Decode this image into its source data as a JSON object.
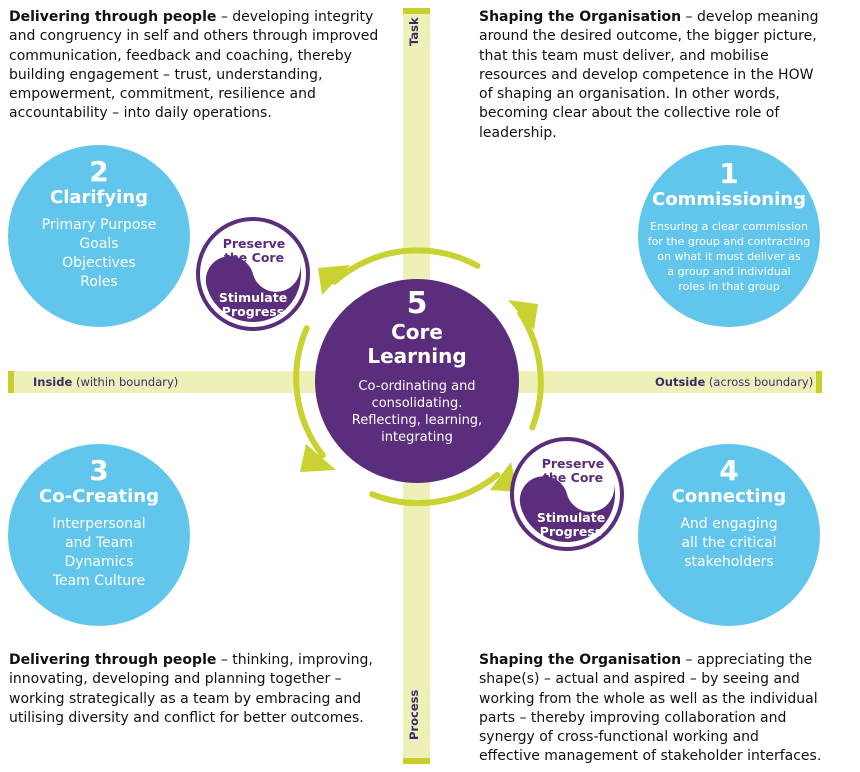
{
  "quadrants": {
    "top_left": {
      "heading": "Delivering through people",
      "body": " – developing integrity and congruency in self and others through improved communication, feedback and coaching, thereby building engagement – trust, understanding, empowerment, commitment, resilience and accountability – into daily operations."
    },
    "top_right": {
      "heading": "Shaping the Organisation",
      "body": " – develop meaning around the desired outcome, the bigger picture, that this team must deliver, and mobilise resources and develop competence in the HOW of shaping an organisation. In other words, becoming clear about the collective role of leadership."
    },
    "bottom_left": {
      "heading": "Delivering through people",
      "body": " – thinking, improving, innovating, developing and planning together – working strategically as a team by embracing and utilising diversity and conflict for better outcomes."
    },
    "bottom_right": {
      "heading": "Shaping the Organisation",
      "body": " – appreciating the shape(s) – actual and aspired – by seeing and working from the whole as well as the individual parts – thereby improving collaboration and synergy of cross-functional working and effective management of stakeholder interfaces."
    }
  },
  "axes": {
    "task": "Task",
    "process": "Process",
    "inside_bold": "Inside",
    "inside_rest": " (within boundary)",
    "outside_bold": "Outside",
    "outside_rest": " (across boundary)"
  },
  "circles": {
    "c1": {
      "num": "1",
      "title": "Commissioning",
      "lines": [
        "Ensuring a clear commission",
        "for the group and contracting",
        "on what it must deliver as",
        "a group and individual",
        "roles in that group"
      ]
    },
    "c2": {
      "num": "2",
      "title": "Clarifying",
      "lines": [
        "Primary Purpose",
        "Goals",
        "Objectives",
        "Roles"
      ]
    },
    "c3": {
      "num": "3",
      "title": "Co-Creating",
      "lines": [
        "Interpersonal",
        "and Team",
        "Dynamics",
        "Team Culture"
      ]
    },
    "c4": {
      "num": "4",
      "title": "Connecting",
      "lines": [
        "And engaging",
        "all the critical",
        "stakeholders"
      ]
    }
  },
  "core": {
    "num": "5",
    "title_1": "Core",
    "title_2": "Learning",
    "lines": [
      "Co-ordinating and",
      "consolidating.",
      "Reflecting, learning,",
      "integrating"
    ]
  },
  "yin_yang": {
    "top": [
      "Preserve",
      "the Core"
    ],
    "bottom": [
      "Stimulate",
      "Progress"
    ]
  },
  "colors": {
    "axis": "#eef0b8",
    "axis_end": "#c7cf2c",
    "circle": "#62c6ec",
    "core": "#5b2e7d",
    "arrow": "#c9d230"
  }
}
